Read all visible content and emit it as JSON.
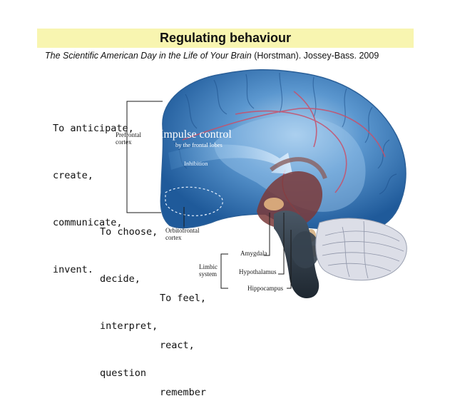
{
  "slide": {
    "title": "Regulating behaviour",
    "citation_title": "The Scientific American Day in the Life of Your Brain",
    "citation_rest": " (Horstman). Jossey-Bass. 2009"
  },
  "notes": {
    "anticipate": [
      "To anticipate,",
      "create,",
      "communicate,",
      "invent."
    ],
    "choose": [
      "To choose,",
      "decide,",
      "interpret,",
      "question"
    ],
    "feel": [
      "To feel,",
      "react,",
      "remember"
    ]
  },
  "figure_labels": {
    "prefrontal": [
      "Prefrontal",
      "cortex"
    ],
    "impulse_title": "Impulse control",
    "impulse_sub": "by the frontal lobes",
    "inhibition": "Inhibition",
    "orbitofrontal": [
      "Orbitofrontal",
      "cortex"
    ],
    "limbic": [
      "Limbic",
      "system"
    ],
    "amygdala": "Amygdala",
    "hypothalamus": "Hypothalamus",
    "hippocampus": "Hippocampus"
  },
  "colors": {
    "title_bg": "#f8f5b0",
    "brain_blue": "#2f6fb0",
    "brain_light": "#7fb4e0",
    "limbic_red": "#b84a4a",
    "cerebellum": "#d9dbe4"
  }
}
